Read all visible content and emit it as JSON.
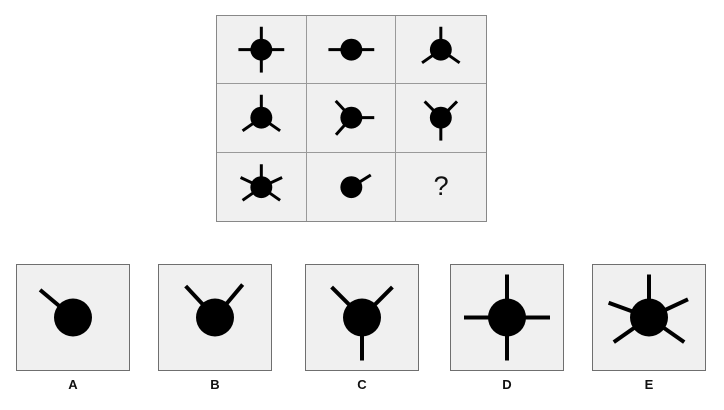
{
  "puzzle": {
    "type": "visual-analogy-matrix",
    "title": "",
    "shape_color": "#000000",
    "cell_background": "#f0f0f0",
    "cell_border_color": "#9a9a9a",
    "missing_cell_marker": "?"
  },
  "matrix": {
    "rows": 3,
    "columns": 3,
    "cells": [
      {
        "id": "cell-1-1",
        "row": 1,
        "column": 1,
        "spoke_count": 4,
        "spoke_angles_deg": [
          90,
          0,
          270,
          180
        ],
        "circle_radius": 11,
        "spoke_length": 23,
        "stroke_width": 3,
        "label": ""
      },
      {
        "id": "cell-1-2",
        "row": 1,
        "column": 2,
        "spoke_count": 2,
        "spoke_angles_deg": [
          0,
          180
        ],
        "circle_radius": 11,
        "spoke_length": 23,
        "stroke_width": 3,
        "label": ""
      },
      {
        "id": "cell-1-3",
        "row": 1,
        "column": 3,
        "spoke_count": 3,
        "spoke_angles_deg": [
          90,
          215,
          325
        ],
        "circle_radius": 11,
        "spoke_length": 23,
        "stroke_width": 3,
        "label": ""
      },
      {
        "id": "cell-2-1",
        "row": 2,
        "column": 1,
        "spoke_count": 3,
        "spoke_angles_deg": [
          90,
          215,
          325
        ],
        "circle_radius": 11,
        "spoke_length": 23,
        "stroke_width": 3,
        "label": ""
      },
      {
        "id": "cell-2-2",
        "row": 2,
        "column": 2,
        "spoke_count": 3,
        "spoke_angles_deg": [
          133,
          0,
          228
        ],
        "circle_radius": 11,
        "spoke_length": 23,
        "stroke_width": 3,
        "label": ""
      },
      {
        "id": "cell-2-3",
        "row": 2,
        "column": 3,
        "spoke_count": 3,
        "spoke_angles_deg": [
          135,
          45,
          270
        ],
        "circle_radius": 11,
        "spoke_length": 23,
        "stroke_width": 3,
        "label": ""
      },
      {
        "id": "cell-3-1",
        "row": 3,
        "column": 1,
        "spoke_count": 5,
        "spoke_angles_deg": [
          90,
          155,
          25,
          215,
          325
        ],
        "circle_radius": 11,
        "spoke_length": 23,
        "stroke_width": 3,
        "label": ""
      },
      {
        "id": "cell-3-2",
        "row": 3,
        "column": 2,
        "spoke_count": 1,
        "spoke_angles_deg": [
          32
        ],
        "circle_radius": 11,
        "spoke_length": 23,
        "stroke_width": 3,
        "label": ""
      },
      {
        "id": "cell-3-3",
        "row": 3,
        "column": 3,
        "spoke_count": 0,
        "spoke_angles_deg": [],
        "circle_radius": 0,
        "spoke_length": 0,
        "stroke_width": 0,
        "label": "?"
      }
    ]
  },
  "options": [
    {
      "id": "option-a",
      "label": "A",
      "spoke_count": 1,
      "spoke_angles_deg": [
        140
      ],
      "circle_radius": 19,
      "spoke_length": 43,
      "stroke_width": 4
    },
    {
      "id": "option-b",
      "label": "B",
      "spoke_count": 2,
      "spoke_angles_deg": [
        133,
        50
      ],
      "circle_radius": 19,
      "spoke_length": 43,
      "stroke_width": 4
    },
    {
      "id": "option-c",
      "label": "C",
      "spoke_count": 3,
      "spoke_angles_deg": [
        135,
        45,
        270
      ],
      "circle_radius": 19,
      "spoke_length": 43,
      "stroke_width": 4
    },
    {
      "id": "option-d",
      "label": "D",
      "spoke_count": 4,
      "spoke_angles_deg": [
        90,
        0,
        270,
        180
      ],
      "circle_radius": 19,
      "spoke_length": 43,
      "stroke_width": 4
    },
    {
      "id": "option-e",
      "label": "E",
      "spoke_count": 5,
      "spoke_angles_deg": [
        90,
        160,
        25,
        215,
        325
      ],
      "circle_radius": 19,
      "spoke_length": 43,
      "stroke_width": 4
    }
  ]
}
